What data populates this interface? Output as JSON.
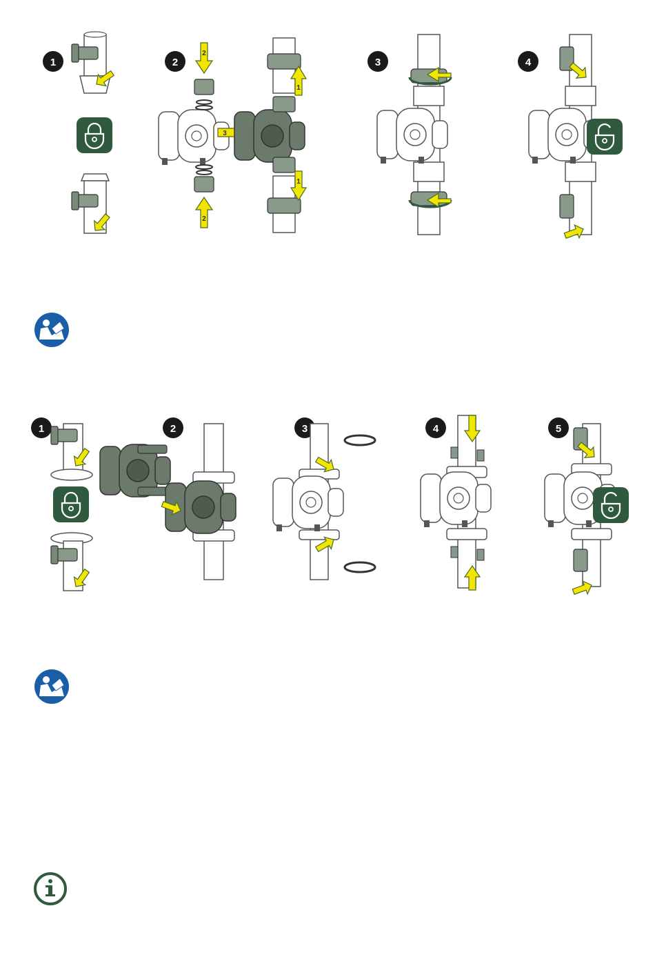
{
  "section_a": {
    "steps": [
      {
        "number": "1"
      },
      {
        "number": "2"
      },
      {
        "number": "3"
      },
      {
        "number": "4"
      }
    ],
    "arrow_labels": {
      "nut_top": "2",
      "nut_bottom": "2",
      "insert": "3",
      "pipe_top": "1",
      "pipe_bottom": "1"
    }
  },
  "section_b": {
    "steps": [
      {
        "number": "1"
      },
      {
        "number": "2"
      },
      {
        "number": "3"
      },
      {
        "number": "4"
      },
      {
        "number": "5"
      }
    ]
  },
  "icons": {
    "manual_icon_top": "read-manual-icon",
    "manual_icon_bottom": "read-manual-icon",
    "info_icon": "info-icon",
    "lock_closed": "padlock-closed-icon",
    "lock_open": "padlock-open-icon"
  },
  "colors": {
    "badge": "#1a1a1a",
    "lock_green": "#2f5a3e",
    "valve_green": "#8a9a8a",
    "arrow_yellow": "#f2e600",
    "arrow_outline": "#4a6a2a",
    "manual_blue": "#1b5ea8",
    "info_green": "#2f5a3e"
  }
}
